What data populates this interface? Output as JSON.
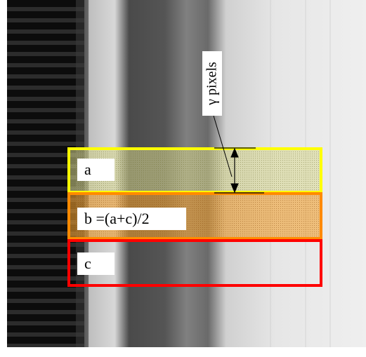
{
  "labels": {
    "a": "a",
    "b": "b =(a+c)/2",
    "c": "c",
    "gamma": "γ pixels"
  },
  "colors": {
    "band_a_border": "#ffff00",
    "band_b_border": "#ff8a00",
    "band_c_border": "#ff0000",
    "band_a_fill": "#e8e88c",
    "band_b_fill": "#f2a028",
    "background_photo": "#d9d9d9",
    "arrow": "#000000"
  }
}
